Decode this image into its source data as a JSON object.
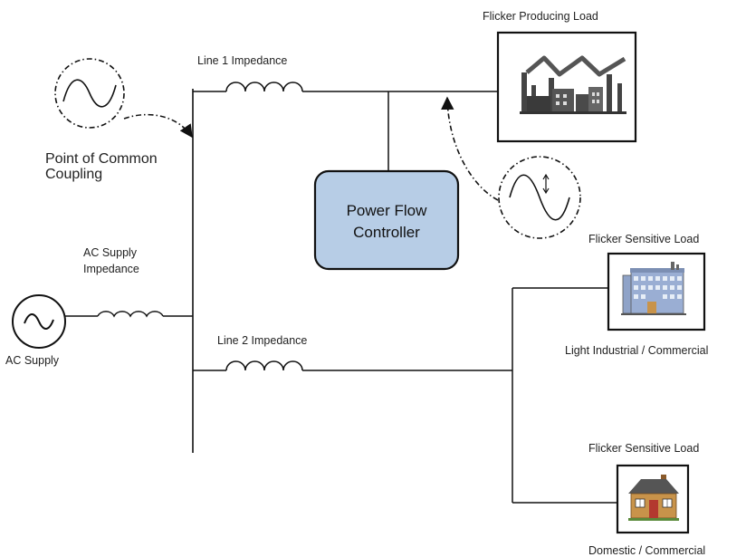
{
  "labels": {
    "line1": "Line 1 Impedance",
    "pcc_line1": "Point of Common",
    "pcc_line2": "Coupling",
    "ac_impedance_line1": "AC Supply",
    "ac_impedance_line2": "Impedance",
    "ac_supply": "AC Supply",
    "line2": "Line 2 Impedance",
    "flicker_producing": "Flicker Producing Load",
    "sensitive_1_title": "Flicker Sensitive Load",
    "sensitive_1_caption": "Light Industrial / Commercial",
    "sensitive_2_title": "Flicker Sensitive Load",
    "sensitive_2_caption": "Domestic / Commercial",
    "controller_line1": "Power  Flow",
    "controller_line2": "Controller"
  },
  "colors": {
    "controller_fill": "#b7cde6",
    "line": "#1a1a1a",
    "factory_roof": "#555555",
    "building_wall": "#9aaed3",
    "house_roof": "#555555",
    "house_wall": "#c8934a"
  },
  "icons": {
    "factory": "factory-icon",
    "office_building": "office-building-icon",
    "house": "house-icon",
    "sine_source": "sine-wave-icon",
    "flicker_wave": "flicker-wave-icon"
  }
}
